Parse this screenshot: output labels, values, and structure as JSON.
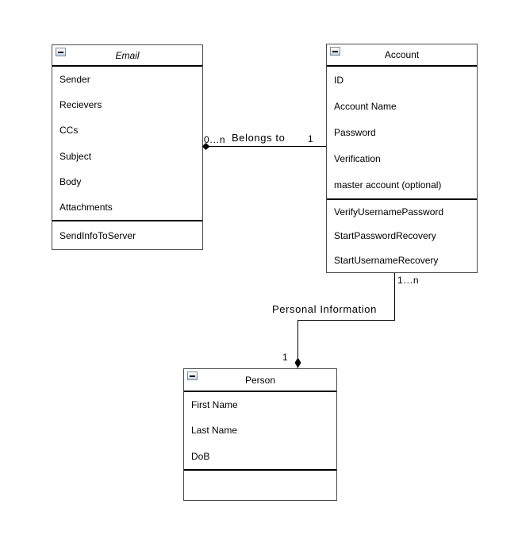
{
  "diagram": {
    "background_color": "#ffffff",
    "box_border_color": "#4c4c4c",
    "separator_color": "#000000",
    "line_color": "#000000",
    "text_color": "#000000",
    "collapse_icon": "minus-icon"
  },
  "classes": [
    {
      "title": "Email",
      "title_style": "italic",
      "attributes": [
        "Sender",
        "Recievers",
        "CCs",
        "Subject",
        "Body",
        "Attachments"
      ],
      "methods": [
        "SendInfoToServer"
      ]
    },
    {
      "title": "Account",
      "title_style": "normal",
      "attributes": [
        "ID",
        "Account Name",
        "Password",
        "Verification",
        "master account (optional)"
      ],
      "methods": [
        "VerifyUsernamePassword",
        "StartPasswordRecovery",
        "StartUsernameRecovery"
      ]
    },
    {
      "title": "Person",
      "title_style": "normal",
      "attributes": [
        "First Name",
        "Last Name",
        "DoB"
      ],
      "methods": []
    }
  ],
  "relationships": [
    {
      "label": "Belongs to",
      "source": "Email",
      "target": "Account",
      "source_multiplicity": "0...n",
      "target_multiplicity": "1",
      "source_decoration": "filled-diamond"
    },
    {
      "label": "Personal Information",
      "source": "Account",
      "target": "Person",
      "source_multiplicity": "1...n",
      "target_multiplicity": "1",
      "target_decoration": "filled-diamond"
    }
  ]
}
